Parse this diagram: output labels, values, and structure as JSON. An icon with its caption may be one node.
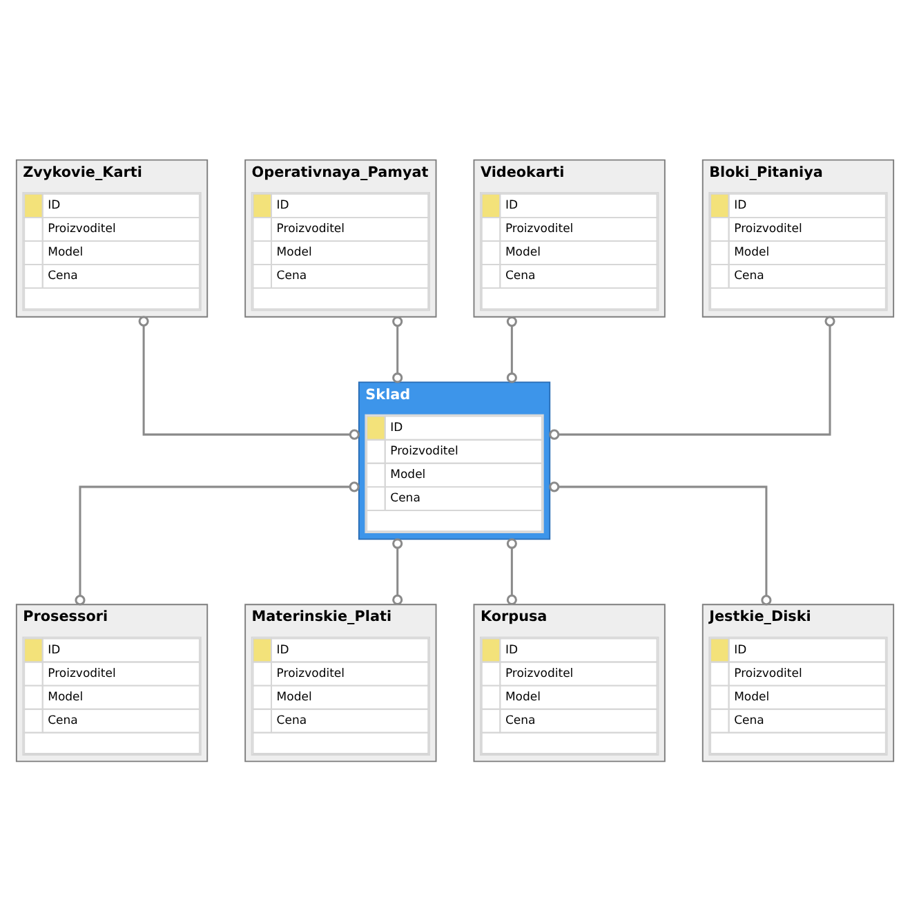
{
  "diagram": {
    "nodes": [
      {
        "text": [
          "Operativnaya_Pamyat",
          "ID",
          "Proizvoditel",
          "Model",
          "Cena"
        ]
      },
      {
        "text": [
          "Videokarti",
          "ID",
          "Proizvoditel",
          "Model",
          "Cena"
        ]
      },
      {
        "text": [
          "Zvykovie_Karti",
          "ID",
          "Proizvoditel",
          "Model",
          "Cena"
        ]
      },
      {
        "text": [
          "Bloki_Pitaniya",
          "ID",
          "Proizvoditel",
          "Model",
          "Cena"
        ]
      },
      {
        "text": [
          "Sklad",
          "ID",
          "Proizvoditel",
          "Model",
          "Cena"
        ]
      },
      {
        "text": [
          "Prosessori",
          "ID",
          "Proizvoditel",
          "Model",
          "Cena"
        ]
      },
      {
        "text": [
          "Jestkie_Diski",
          "ID",
          "Proizvoditel",
          "Model",
          "Cena"
        ]
      },
      {
        "text": [
          "Materinskie_Plati",
          "ID",
          "Proizvoditel",
          "Model",
          "Cena"
        ]
      },
      {
        "text": [
          "Korpusa",
          "ID",
          "Proizvoditel",
          "Model",
          "Cena"
        ]
      }
    ],
    "edges": [
      {
        "from": 0,
        "to": 4,
        "arrow": "other"
      },
      {
        "from": 1,
        "to": 4,
        "arrow": "other"
      },
      {
        "from": 2,
        "to": 4,
        "arrow": "other"
      },
      {
        "from": 3,
        "to": 4,
        "arrow": "other"
      },
      {
        "from": 5,
        "to": 4,
        "arrow": "other"
      },
      {
        "from": 6,
        "to": 4,
        "arrow": "other"
      },
      {
        "from": 7,
        "to": 4,
        "arrow": "other"
      },
      {
        "from": 8,
        "to": 4,
        "arrow": "other"
      }
    ]
  }
}
